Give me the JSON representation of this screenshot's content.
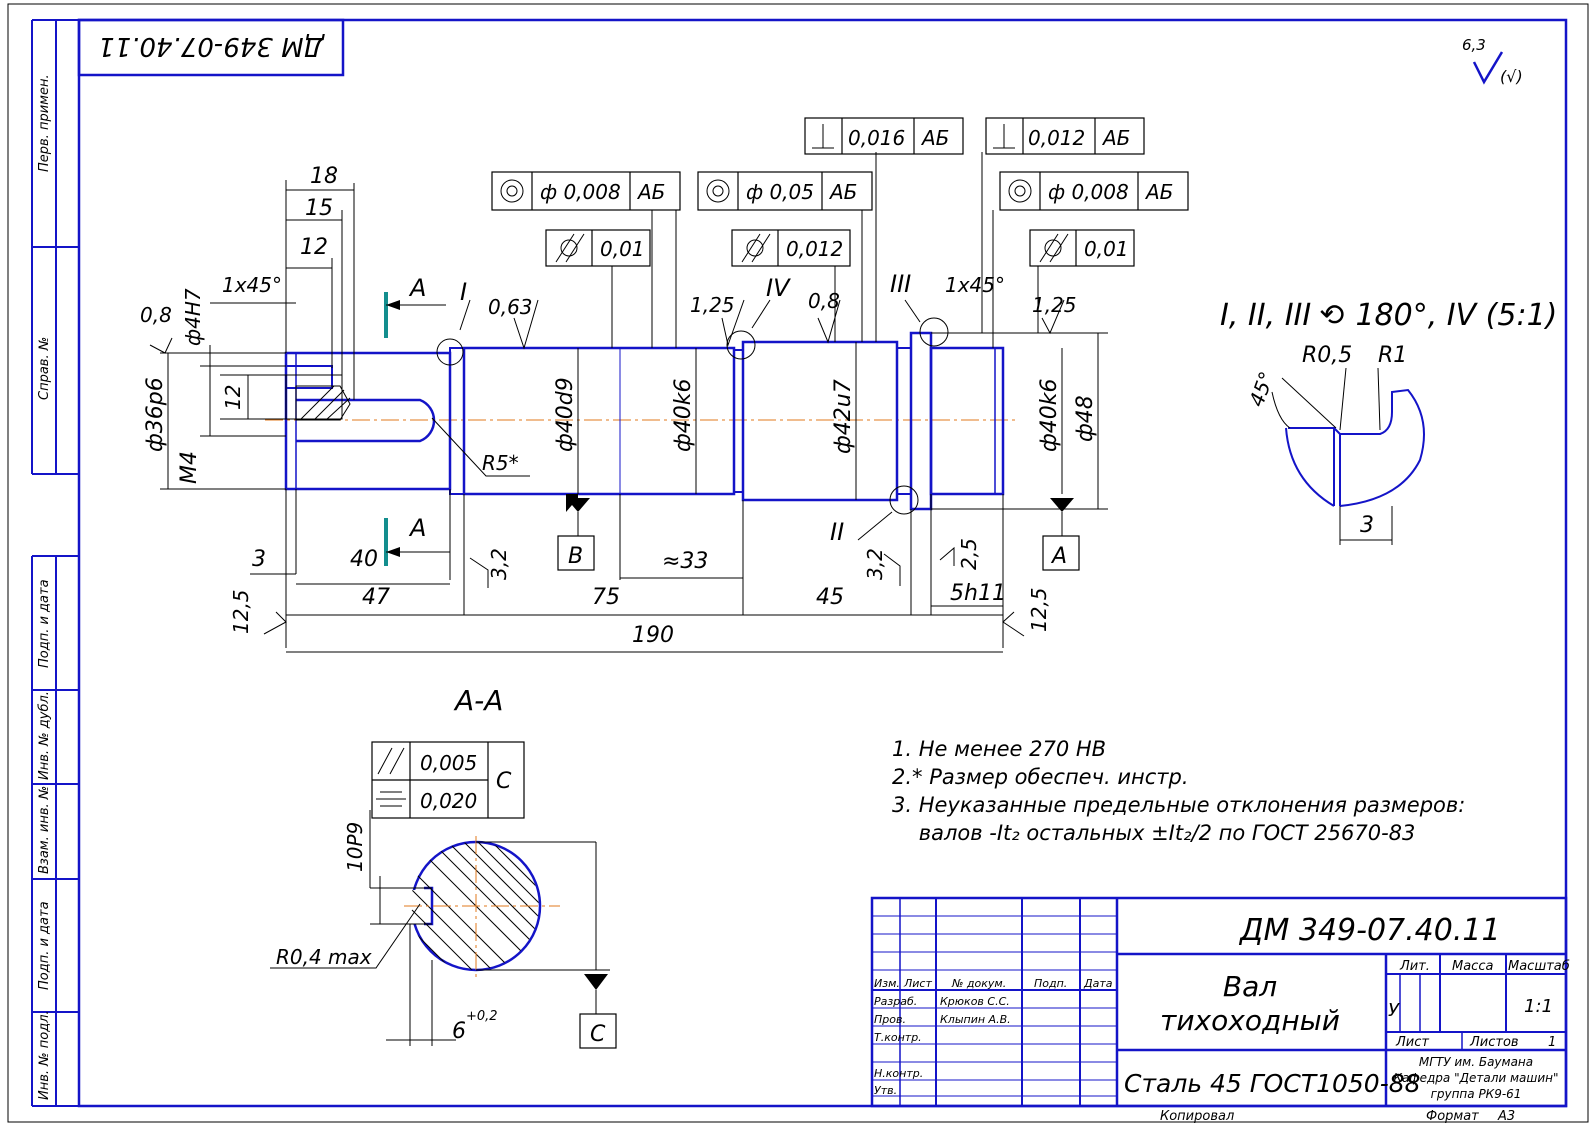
{
  "stamp": {
    "designation": "ДМ 349-07.40.11",
    "part_name_line1": "Вал",
    "part_name_line2": "тихоходный",
    "material": "Сталь 45 ГОСТ1050-88",
    "org_line1": "МГТУ им. Баумана",
    "org_line2": "Кафедра \"Детали машин\"",
    "org_line3": "группа РК9-61",
    "lit_label": "Лит.",
    "mass_label": "Масса",
    "scale_label": "Масштаб",
    "lit_value": "У",
    "scale_value": "1:1",
    "sheet_label": "Лист",
    "sheets_label": "Листов",
    "sheets_value": "1",
    "col_izm": "Изм.",
    "col_list": "Лист",
    "col_doc": "№ докум.",
    "col_sign": "Подп.",
    "col_date": "Дата",
    "row_razrab": "Разраб.",
    "row_prov": "Пров.",
    "row_tkontr": "Т.контр.",
    "row_nkontr": "Н.контр.",
    "row_utv": "Утв.",
    "razrab_name": "Крюков С.С.",
    "prov_name": "Клыпин А.В.",
    "copied": "Копировал",
    "format_label": "Формат",
    "format_value": "А3"
  },
  "top_designation": "ДМ 349-07.40.11",
  "side_labels": {
    "perv": "Перв. примен.",
    "sprav": "Справ. №",
    "podp1": "Подп. и дата",
    "dubl": "Инв. № дубл.",
    "vzam": "Взам. инв. №",
    "podp2": "Подп. и дата",
    "inv": "Инв. № подл."
  },
  "roughness_default": "6,3",
  "roughness_paren": "(√)",
  "notes": [
    "1. Не менее 270 HB",
    "2.* Размер обеспеч. инстр.",
    "3. Неуказанные предельные отклонения размеров:",
    "    валов -It₂ остальных ±It₂/2 по ГОСТ 25670-83"
  ],
  "tolerance_frames": {
    "perp1": {
      "value": "0,016",
      "datum": "АБ"
    },
    "perp2": {
      "value": "0,012",
      "datum": "АБ"
    },
    "conc1": {
      "value": "ф 0,008",
      "datum": "АБ"
    },
    "conc2": {
      "value": "ф 0,05",
      "datum": "АБ"
    },
    "conc3": {
      "value": "ф 0,008",
      "datum": "АБ"
    },
    "cyl1": {
      "value": "0,01"
    },
    "cyl2": {
      "value": "0,012"
    },
    "cyl3": {
      "value": "0,01"
    },
    "section_par": {
      "value": "0,005",
      "datum": "С"
    },
    "section_sym": {
      "value": "0,020"
    }
  },
  "dimensions": {
    "d18": "18",
    "d15": "15",
    "d12": "12",
    "chamfer1": "1x45°",
    "chamfer2": "1x45°",
    "d08a": "0,8",
    "d4h7": "ф4H7",
    "d36p6": "ф36р6",
    "m4": "М4",
    "d12v": "12",
    "sectionA_top": "А",
    "sectionA_bot": "А",
    "lbl_I": "I",
    "r063": "0,63",
    "r125a": "1,25",
    "lbl_IV": "IV",
    "r08b": "0,8",
    "lbl_III": "III",
    "r125b": "1,25",
    "d40d9": "ф40d9",
    "d40k6a": "ф40k6",
    "d42u7": "ф42u7",
    "d40k6b": "ф40k6",
    "d48": "ф48",
    "r5": "R5*",
    "datumB": "В",
    "datumA": "А",
    "lbl_II": "II",
    "d3": "3",
    "d40": "40",
    "r32a": "3,2",
    "d33": "≈33",
    "r32b": "3,2",
    "r25": "2,5",
    "d47": "47",
    "d75": "75",
    "d45": "45",
    "d5h11": "5h11",
    "r125c": "12,5",
    "r125d": "12,5",
    "d190": "190",
    "section_title": "А-А",
    "d10p9": "10Р9",
    "r04": "R0,4 max",
    "d6": "6",
    "d6tol": "+0,2",
    "datumC": "С",
    "detail_title": "I, II, III ⟲ 180°, IV  (5:1)",
    "dr05": "R0,5",
    "dr1": "R1",
    "d45deg": "45°",
    "ddet3": "3"
  }
}
